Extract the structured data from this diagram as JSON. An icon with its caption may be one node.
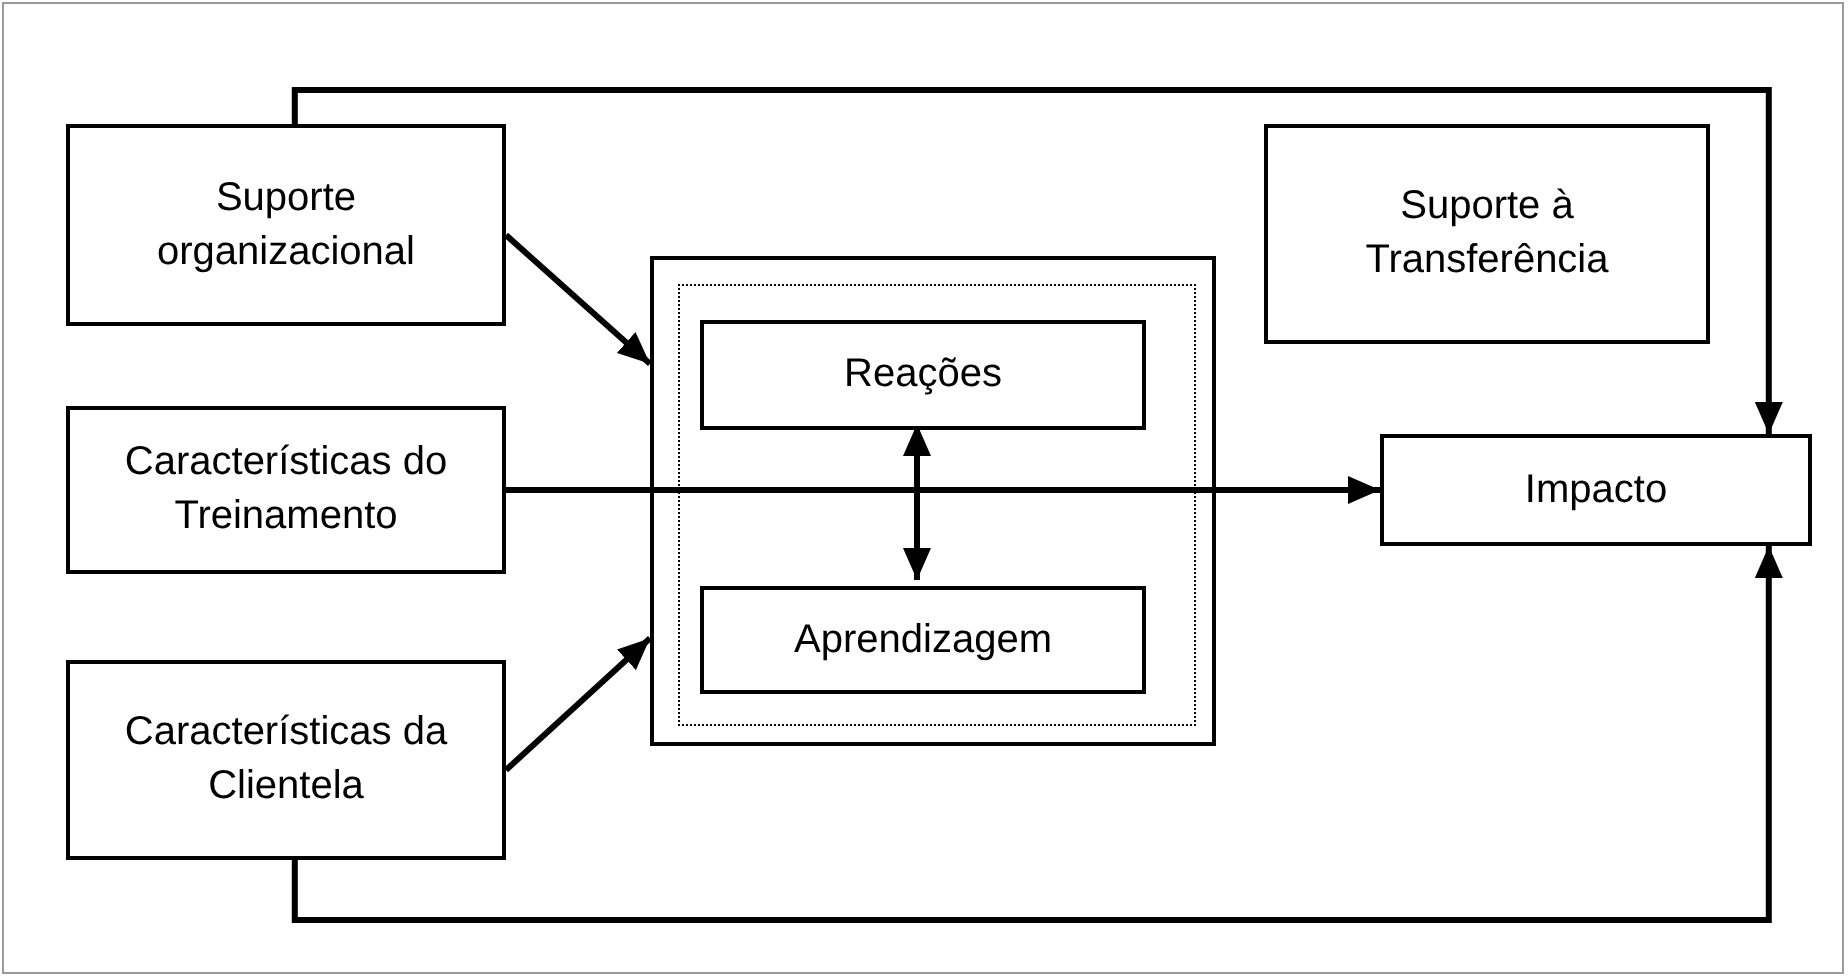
{
  "diagram": {
    "nodes": [
      {
        "text": [
          "Suporte organizacional"
        ]
      },
      {
        "text": [
          "Características do Treinamento"
        ]
      },
      {
        "text": [
          "Características da Clientela"
        ]
      },
      {
        "text": [],
        "shape": "box"
      },
      {
        "text": [],
        "shape": "box",
        "in": 3
      },
      {
        "text": [
          "Reações"
        ],
        "in": 4
      },
      {
        "text": [
          "Aprendizagem"
        ],
        "in": 4
      },
      {
        "text": [
          "Suporte à Transferência"
        ]
      },
      {
        "text": [
          "Impacto"
        ]
      }
    ],
    "edges": [
      {
        "from": 0,
        "to": 3,
        "arrow": "to"
      },
      {
        "from": 1,
        "to": 8,
        "arrow": "to"
      },
      {
        "from": 2,
        "to": 3,
        "arrow": "to"
      },
      {
        "from": 5,
        "to": 6,
        "arrow": "both"
      },
      {
        "from": 0,
        "to": 8,
        "arrow": "to"
      },
      {
        "from": 2,
        "to": 8,
        "arrow": "to"
      }
    ]
  }
}
